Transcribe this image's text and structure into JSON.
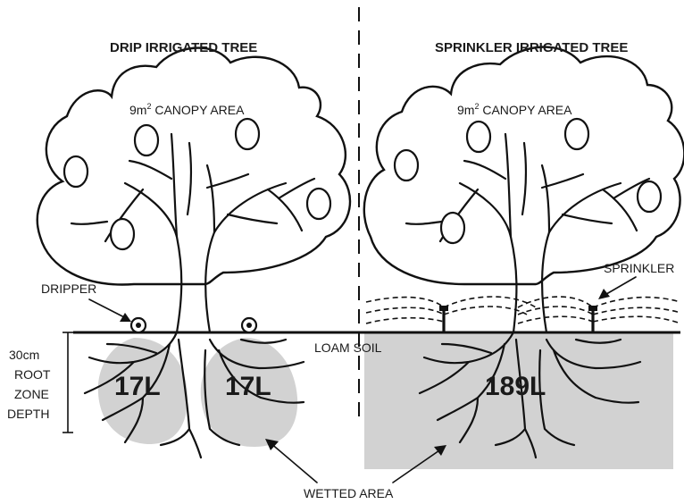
{
  "left": {
    "title": "DRIP IRRIGATED TREE",
    "canopy_label_prefix": "9m",
    "canopy_label_sup": "2",
    "canopy_label_suffix": " CANOPY AREA",
    "emitter_label": "DRIPPER",
    "volume_a": "17L",
    "volume_b": "17L"
  },
  "right": {
    "title": "SPRINKLER IRRIGATED TREE",
    "canopy_label_prefix": "9m",
    "canopy_label_sup": "2",
    "canopy_label_suffix": " CANOPY AREA",
    "emitter_label": "SPRINKLER",
    "volume": "189L"
  },
  "soil_label": "LOAM SOIL",
  "depth_label": [
    "30cm",
    "ROOT",
    "ZONE",
    "DEPTH"
  ],
  "wetted_label": "WETTED AREA",
  "colors": {
    "wetted": "#d2d2d2",
    "ink": "#111111"
  }
}
